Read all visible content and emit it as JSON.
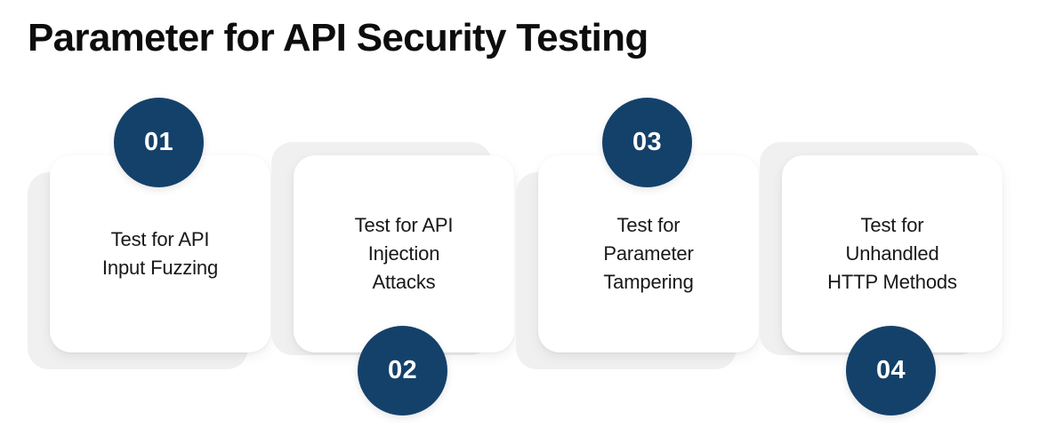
{
  "page": {
    "title": "Parameter for API Security Testing",
    "background_color": "#ffffff"
  },
  "theme": {
    "accent_navy": "#14416a",
    "card_white": "#ffffff",
    "plate_gray": "#f0f0f0",
    "title_color": "#0d0d0d",
    "label_color": "#18181a",
    "badge_text_color": "#ffffff"
  },
  "steps": [
    {
      "number": "01",
      "label": "Test for API\nInput Fuzzing",
      "badge_position": "top"
    },
    {
      "number": "02",
      "label": "Test for API\nInjection\nAttacks",
      "badge_position": "bottom"
    },
    {
      "number": "03",
      "label": "Test for\nParameter\nTampering",
      "badge_position": "top"
    },
    {
      "number": "04",
      "label": "Test for\nUnhandled\nHTTP Methods",
      "badge_position": "bottom"
    }
  ]
}
